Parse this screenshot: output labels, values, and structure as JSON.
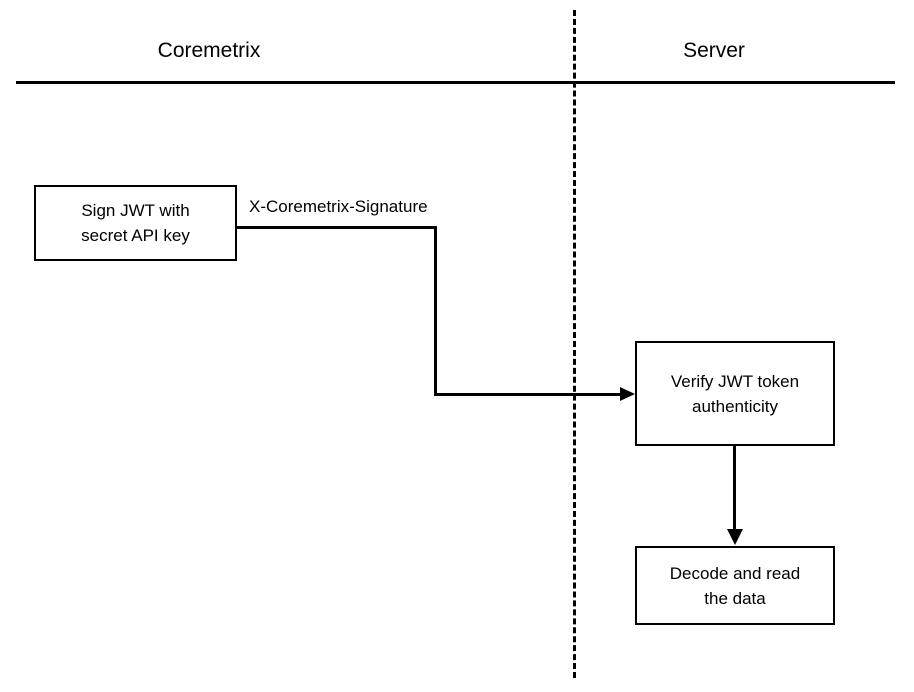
{
  "diagram": {
    "type": "sequence-flow",
    "title_visible": false,
    "background_color": "#ffffff",
    "line_color": "#000000",
    "lanes": [
      {
        "id": "coremetrix",
        "label": "Coremetrix"
      },
      {
        "id": "server",
        "label": "Server"
      }
    ],
    "divider": {
      "style": "dashed",
      "orientation": "vertical"
    },
    "nodes": [
      {
        "id": "sign-jwt",
        "label": "Sign JWT with\nsecret API key",
        "lane": "coremetrix",
        "shape": "rectangle"
      },
      {
        "id": "verify-jwt",
        "label": "Verify JWT token\nauthenticity",
        "lane": "server",
        "shape": "rectangle"
      },
      {
        "id": "decode-data",
        "label": "Decode and read\nthe data",
        "lane": "server",
        "shape": "rectangle"
      }
    ],
    "edges": [
      {
        "id": "edge-sign-to-verify",
        "from": "sign-jwt",
        "to": "verify-jwt",
        "label": "X-Coremetrix-Signature",
        "style": "orthogonal",
        "arrow": "single"
      },
      {
        "id": "edge-verify-to-decode",
        "from": "verify-jwt",
        "to": "decode-data",
        "label": "",
        "style": "straight",
        "arrow": "single"
      }
    ]
  }
}
